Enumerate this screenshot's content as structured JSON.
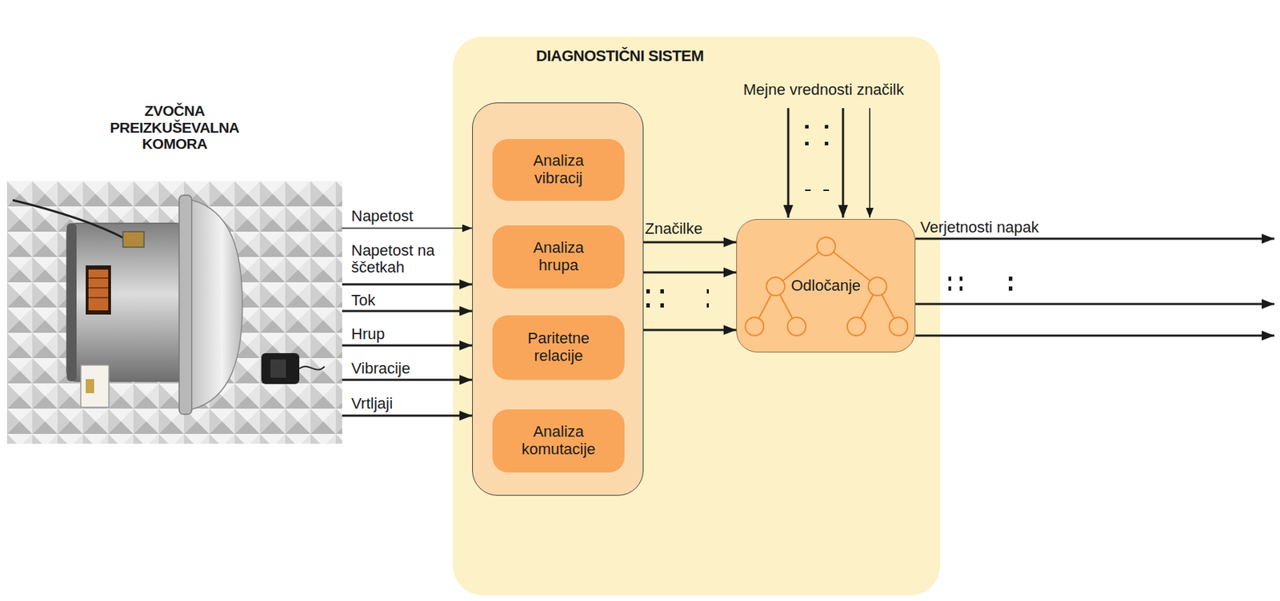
{
  "diagram": {
    "nodes": [
      {
        "text": [
          "ZVOČNA PREIZKUŠEVALNA KOMORA"
        ]
      },
      {
        "text": [
          "DIAGNOSTIČNI SISTEM"
        ]
      },
      {
        "text": [],
        "in": 1
      },
      {
        "text": [
          "Analiza vibracij"
        ],
        "in": 2
      },
      {
        "text": [
          "Analiza hrupa"
        ],
        "in": 2
      },
      {
        "text": [
          "Paritetne relacije"
        ],
        "in": 2
      },
      {
        "text": [
          "Analiza komutacije"
        ],
        "in": 2
      },
      {
        "text": [
          "Odločanje"
        ],
        "in": 1
      }
    ],
    "edges": [
      {
        "from": 0,
        "to": 2,
        "label": "Napetost",
        "arrow": "to"
      },
      {
        "from": 0,
        "to": 2,
        "label": "Napetost na ščetkah",
        "arrow": "to"
      },
      {
        "from": 0,
        "to": 2,
        "label": "Tok",
        "arrow": "to"
      },
      {
        "from": 0,
        "to": 2,
        "label": "Hrup",
        "arrow": "to"
      },
      {
        "from": 0,
        "to": 2,
        "label": "Vibracije",
        "arrow": "to"
      },
      {
        "from": 0,
        "to": 2,
        "label": "Vrtljaji",
        "arrow": "to"
      },
      {
        "from": 2,
        "to": 7,
        "label": "Značilke",
        "arrow": "to"
      },
      {
        "from": 2,
        "to": 7,
        "arrow": "to"
      },
      {
        "from": 2,
        "to": 7,
        "arrow": "to"
      }
    ],
    "labels": [
      "Mejne vrednosti značilk",
      "Verjetnosti napak"
    ]
  }
}
